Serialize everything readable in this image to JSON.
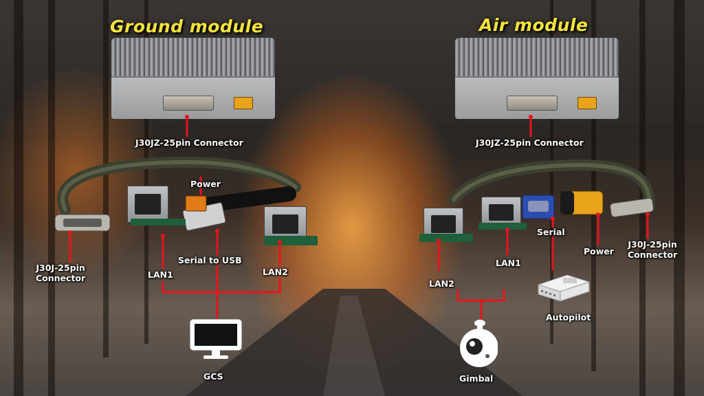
{
  "ground": {
    "title": "Ground module",
    "module_connector": "J30JZ-25pin Connector",
    "cable_connector": "J30J-25pin\nConnector",
    "power": "Power",
    "serial_usb": "Serial to USB",
    "lan1": "LAN1",
    "lan2": "LAN2",
    "gcs": "GCS"
  },
  "air": {
    "title": "Air module",
    "module_connector": "J30JZ-25pin Connector",
    "cable_connector": "J30J-25pin\nConnector",
    "power": "Power",
    "serial": "Serial",
    "lan1": "LAN1",
    "lan2": "LAN2",
    "autopilot": "Autopilot",
    "gimbal": "Gimbal"
  },
  "colors": {
    "title": "#f4e33c",
    "line": "#e8141c",
    "label": "#ffffff"
  }
}
